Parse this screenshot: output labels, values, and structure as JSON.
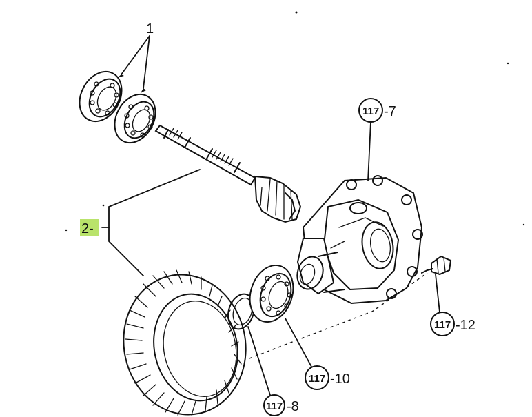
{
  "callouts": {
    "c1": {
      "text": "1"
    },
    "c2": {
      "text": "2-",
      "highlight_color": "#b9e36b"
    },
    "c7": {
      "circled": "117",
      "suffix": "-7"
    },
    "c8": {
      "circled": "117",
      "suffix": "-8"
    },
    "c10": {
      "circled": "117",
      "suffix": "-10"
    },
    "c12": {
      "circled": "117",
      "suffix": "-12"
    }
  },
  "colors": {
    "ink": "#111111",
    "background": "#ffffff",
    "highlight": "#b9e36b"
  }
}
